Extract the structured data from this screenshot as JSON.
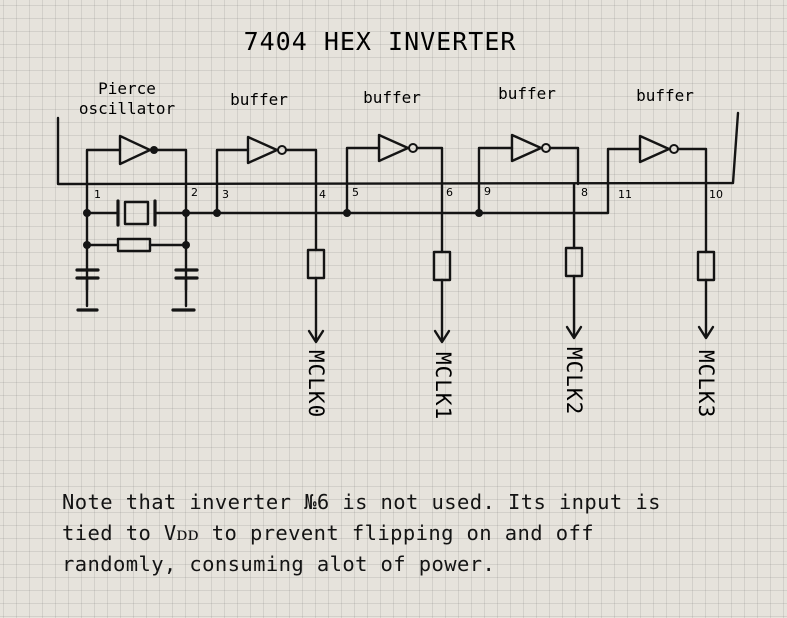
{
  "title": "7404 HEX INVERTER",
  "labels": {
    "pierce_line1": "Pierce",
    "pierce_line2": "oscillator",
    "buffer": "buffer"
  },
  "pins": [
    "1",
    "2",
    "3",
    "4",
    "5",
    "6",
    "9",
    "8",
    "11",
    "10"
  ],
  "outputs": [
    "MCLK0",
    "MCLK1",
    "MCLK2",
    "MCLK3"
  ],
  "note_lines": [
    "Note that inverter №6 is not used. Its input is",
    "tied to Vᴅᴅ to prevent flipping on and off",
    "randomly, consuming alot of power."
  ],
  "colors": {
    "ink": "#141414",
    "paper": "#e6e3dc",
    "grid": "#b9b7b1"
  }
}
